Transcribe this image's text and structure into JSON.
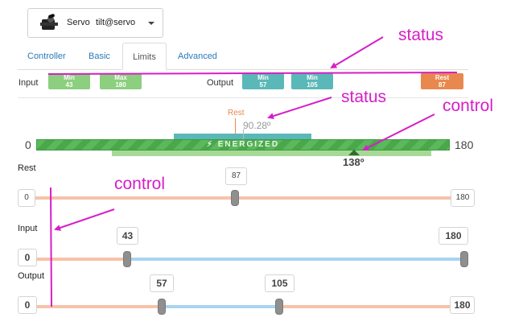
{
  "device": {
    "type": "Servo",
    "id": "tilt@servo",
    "icon": "servo-icon"
  },
  "tabs": [
    {
      "label": "Controller",
      "active": false
    },
    {
      "label": "Basic",
      "active": false
    },
    {
      "label": "Limits",
      "active": true
    },
    {
      "label": "Advanced",
      "active": false
    }
  ],
  "status": {
    "input_label": "Input",
    "output_label": "Output",
    "input_min": {
      "label": "Min",
      "value": "43"
    },
    "input_max": {
      "label": "Max",
      "value": "180"
    },
    "output_min": {
      "label": "Min",
      "value": "57"
    },
    "output_max": {
      "label": "Min",
      "value": "105"
    },
    "rest": {
      "label": "Rest",
      "value": "87"
    }
  },
  "bar": {
    "min": "0",
    "max": "180",
    "state": "ENERGIZED",
    "rest_marker": "Rest",
    "current_reading": "90.28º",
    "position": "138º"
  },
  "rest_slider": {
    "label": "Rest",
    "min": "0",
    "max": "180",
    "value": "87"
  },
  "input_slider": {
    "label": "Input",
    "min": "0",
    "max": "180",
    "low": "43",
    "high": "180"
  },
  "output_slider": {
    "label": "Output",
    "min": "0",
    "max": "180",
    "low": "57",
    "high": "105"
  },
  "annotations": {
    "status_1": "status",
    "status_2": "status",
    "control_1": "control",
    "control_2": "control"
  },
  "colors": {
    "energized_green": "#5cb85c",
    "teal": "#5ab8b8",
    "orange": "#e8884e",
    "annotation_magenta": "#d61ec8"
  }
}
